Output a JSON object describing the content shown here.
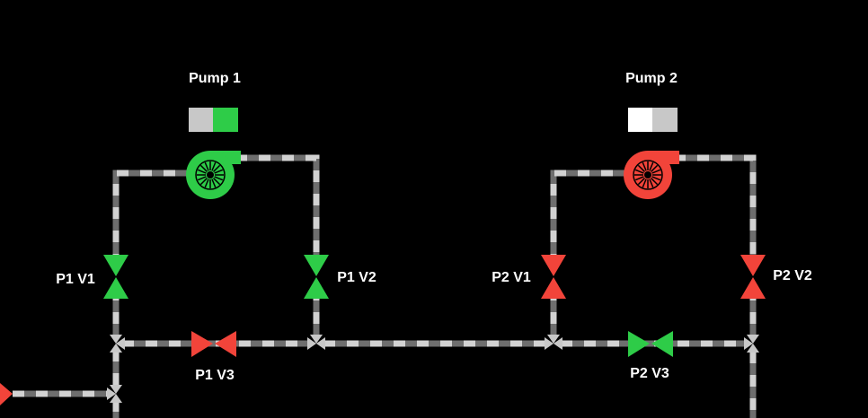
{
  "pumps": [
    {
      "label": "Pump 1",
      "state": "running",
      "color": "#2ecc48",
      "switch": {
        "left": "#c8c8c8",
        "right": "#2ecc48"
      }
    },
    {
      "label": "Pump 2",
      "state": "stopped",
      "color": "#f2443a",
      "switch": {
        "left": "#ffffff",
        "right": "#c8c8c8"
      }
    }
  ],
  "valves": [
    {
      "label": "P1 V1",
      "state": "open",
      "color": "#2ecc48"
    },
    {
      "label": "P1 V2",
      "state": "open",
      "color": "#2ecc48"
    },
    {
      "label": "P1 V3",
      "state": "closed",
      "color": "#f2443a"
    },
    {
      "label": "P2 V1",
      "state": "closed",
      "color": "#f2443a"
    },
    {
      "label": "P2 V2",
      "state": "closed",
      "color": "#f2443a"
    },
    {
      "label": "P2 V3",
      "state": "open",
      "color": "#2ecc48"
    }
  ],
  "colors": {
    "background": "#000000",
    "pipe_light": "#d2d2d2",
    "pipe_dark": "#6e6e6e",
    "junction": "#c8c8c8",
    "inlet_arrow": "#f2443a",
    "label_text": "#ffffff"
  },
  "icons": [
    "centrifugal-pump-icon",
    "butterfly-valve-icon",
    "pipe-junction-icon",
    "flow-arrow-icon"
  ]
}
